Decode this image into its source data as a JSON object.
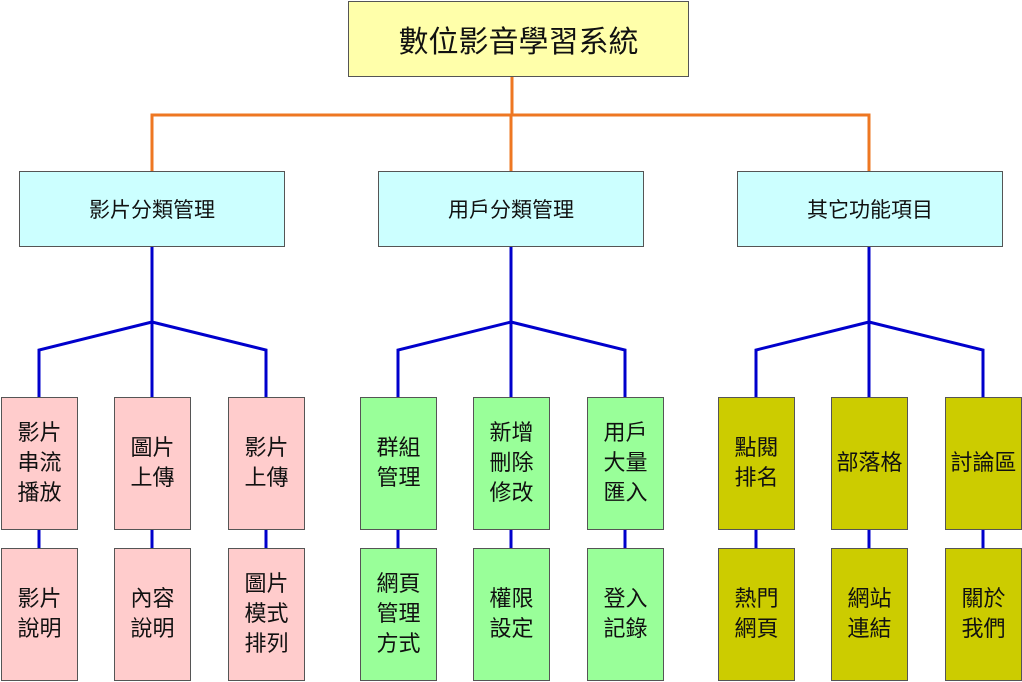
{
  "colors": {
    "root_fill": "#FFFFAA",
    "category_fill": "#CCFFFF",
    "video_fill": "#FFCCCC",
    "user_fill": "#99FF99",
    "other_fill": "#CCCC00",
    "root_connector": "#EE7722",
    "branch_connector": "#0000CC"
  },
  "root": {
    "label": "數位影音學習系統"
  },
  "categories": [
    {
      "label": "影片分類管理",
      "fill_key": "video_fill",
      "items": [
        {
          "top": [
            "影片",
            "串流",
            "播放"
          ],
          "bottom": [
            "影片",
            "說明"
          ]
        },
        {
          "top": [
            "圖片",
            "上傳"
          ],
          "bottom": [
            "內容",
            "說明"
          ]
        },
        {
          "top": [
            "影片",
            "上傳"
          ],
          "bottom": [
            "圖片",
            "模式",
            "排列"
          ]
        }
      ]
    },
    {
      "label": "用戶分類管理",
      "fill_key": "user_fill",
      "items": [
        {
          "top": [
            "群組",
            "管理"
          ],
          "bottom": [
            "網頁",
            "管理",
            "方式"
          ]
        },
        {
          "top": [
            "新增",
            "刪除",
            "修改"
          ],
          "bottom": [
            "權限",
            "設定"
          ]
        },
        {
          "top": [
            "用戶",
            "大量",
            "匯入"
          ],
          "bottom": [
            "登入",
            "記錄"
          ]
        }
      ]
    },
    {
      "label": "其它功能項目",
      "fill_key": "other_fill",
      "items": [
        {
          "top": [
            "點閱",
            "排名"
          ],
          "bottom": [
            "熱門",
            "網頁"
          ]
        },
        {
          "top": [
            "部落格"
          ],
          "bottom": [
            "網站",
            "連結"
          ]
        },
        {
          "top": [
            "討論區"
          ],
          "bottom": [
            "關於",
            "我們"
          ]
        }
      ]
    }
  ]
}
